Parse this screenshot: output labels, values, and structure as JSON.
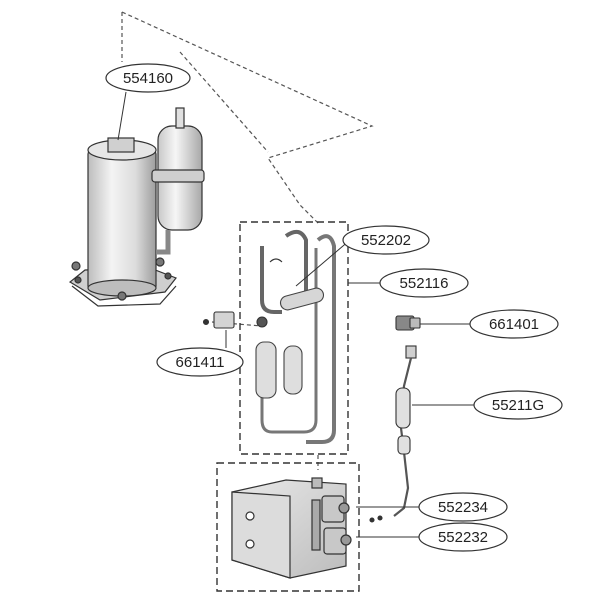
{
  "diagram": {
    "title": "",
    "colors": {
      "line": "#333333",
      "body_light": "#f2f2f2",
      "body_mid": "#d9d9d9",
      "body_dark": "#9a9a9a",
      "label_fill": "#ffffff"
    },
    "labels": {
      "compressor": "554160",
      "tubing_assembly": "552202",
      "pipe_assembly": "552116",
      "sensor_connector": "661401",
      "strainer": "661411",
      "capillary_assembly": "55211G",
      "service_valve_1": "552234",
      "service_valve_2": "552232"
    }
  }
}
